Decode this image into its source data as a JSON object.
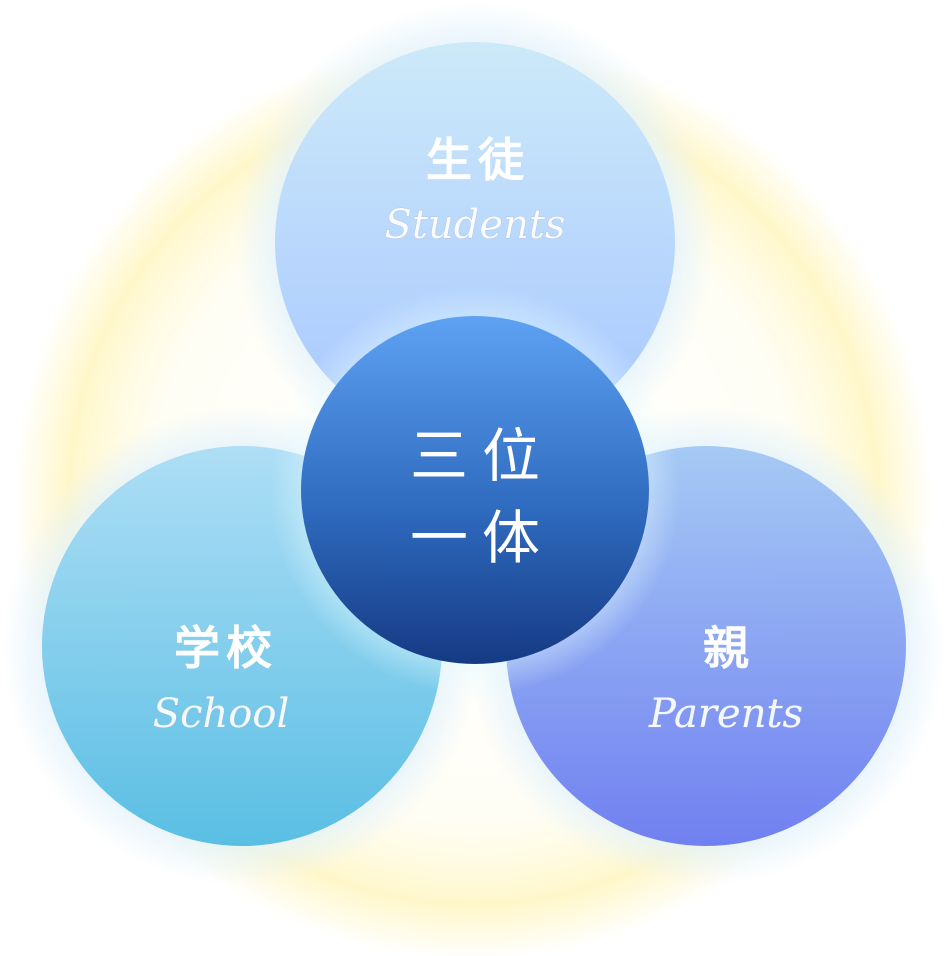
{
  "diagram": {
    "center": {
      "line1": "三位",
      "line2": "一体"
    },
    "students": {
      "jp": "生徒",
      "en": "Students"
    },
    "school": {
      "jp": "学校",
      "en": "School"
    },
    "parents": {
      "jp": "親",
      "en": "Parents"
    }
  },
  "colors": {
    "halo": "#fff3b0",
    "students_top": "#c9e8f9",
    "students_bottom": "#a7c9ff",
    "school_top": "#a6dbf5",
    "school_bottom": "#4fbbe3",
    "parents_top": "#9cc2f4",
    "parents_bottom": "#6a7df0",
    "center_top": "#5da0f2",
    "center_bottom": "#173d86"
  }
}
